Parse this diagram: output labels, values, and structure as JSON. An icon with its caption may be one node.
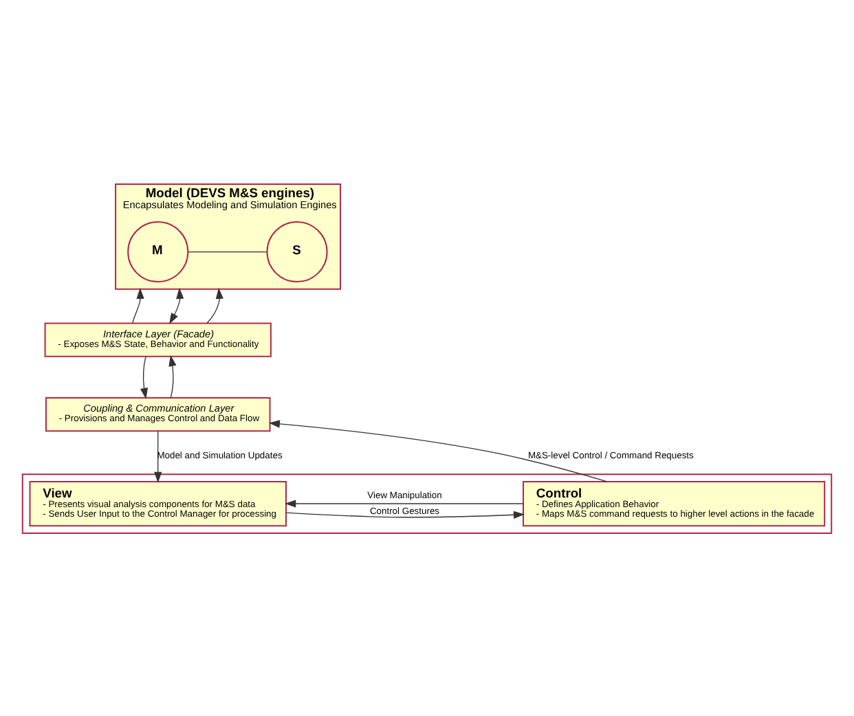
{
  "diagram": {
    "nodes": [
      {
        "text": [
          "Model (DEVS M&S engines)",
          "Encapsulates Modeling and Simulation Engines"
        ]
      },
      {
        "text": [
          "M"
        ],
        "in": 0
      },
      {
        "text": [
          "S"
        ],
        "in": 0
      },
      {
        "text": [
          "Interface Layer (Facade)",
          "- Exposes M&S State, Behavior and Functionality"
        ]
      },
      {
        "text": [
          "Coupling & Communication Layer",
          "- Provisions and Manages Control and Data Flow"
        ]
      },
      {
        "text": [],
        "shape": "box"
      },
      {
        "text": [
          "View",
          "- Presents visual analysis components for M&S data",
          "- Sends User Input to the Control Manager for processing"
        ],
        "in": 5
      },
      {
        "text": [
          "Control",
          "- Defines Application Behavior",
          "- Maps M&S command requests to higher level actions in the facade"
        ],
        "in": 5
      }
    ],
    "edges": [
      {
        "from": 1,
        "to": 2,
        "arrow": "none"
      },
      {
        "from": 3,
        "to": 0,
        "arrow": "to"
      },
      {
        "from": 3,
        "to": 0,
        "arrow": "both"
      },
      {
        "from": 3,
        "to": 0,
        "arrow": "to"
      },
      {
        "from": 4,
        "to": 3,
        "arrow": "to"
      },
      {
        "from": 3,
        "to": 4,
        "arrow": "to"
      },
      {
        "from": 4,
        "to": 6,
        "arrow": "to",
        "label": "Model and Simulation Updates"
      },
      {
        "from": 7,
        "to": 4,
        "arrow": "to",
        "label": "M&S-level Control / Command Requests"
      },
      {
        "from": 7,
        "to": 6,
        "arrow": "to",
        "label": "View Manipulation"
      },
      {
        "from": 6,
        "to": 7,
        "arrow": "to",
        "label": "Control Gestures"
      }
    ]
  }
}
